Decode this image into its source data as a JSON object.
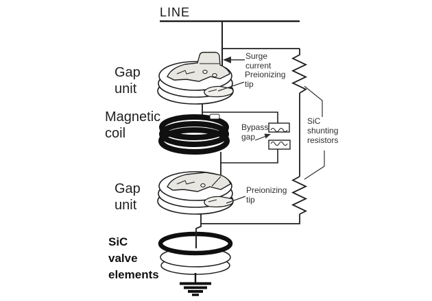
{
  "labels": {
    "line": "LINE",
    "gap_unit_top": "Gap\nunit",
    "magnetic_coil": "Magnetic\ncoil",
    "gap_unit_bottom": "Gap\nunit",
    "sic_valve_elements": "SiC\nvalve\nelements"
  },
  "annotations": {
    "surge_current": "Surge\ncurrent",
    "preionizing_tip_top": "Preionizing\ntip",
    "bypass_gap": "Bypass\ngap",
    "sic_shunting_resistors": "SiC\nshunting\nresistors",
    "preionizing_tip_bottom": "Preionizing\ntip"
  },
  "symbols": {
    "resistor_upper": "zigzag-resistor",
    "resistor_lower": "zigzag-resistor",
    "spark_gap": "bypass-gap-electrodes",
    "ground": "earth-ground",
    "surge_arrow": "arrow-pointing-left",
    "coil": "magnetic-coil-turns"
  },
  "colors": {
    "ink": "#1e1e1e",
    "plate_fill": "#e8e6e1",
    "tab_fill": "#f0efec",
    "coil_ink": "#101010",
    "background": "#ffffff"
  }
}
